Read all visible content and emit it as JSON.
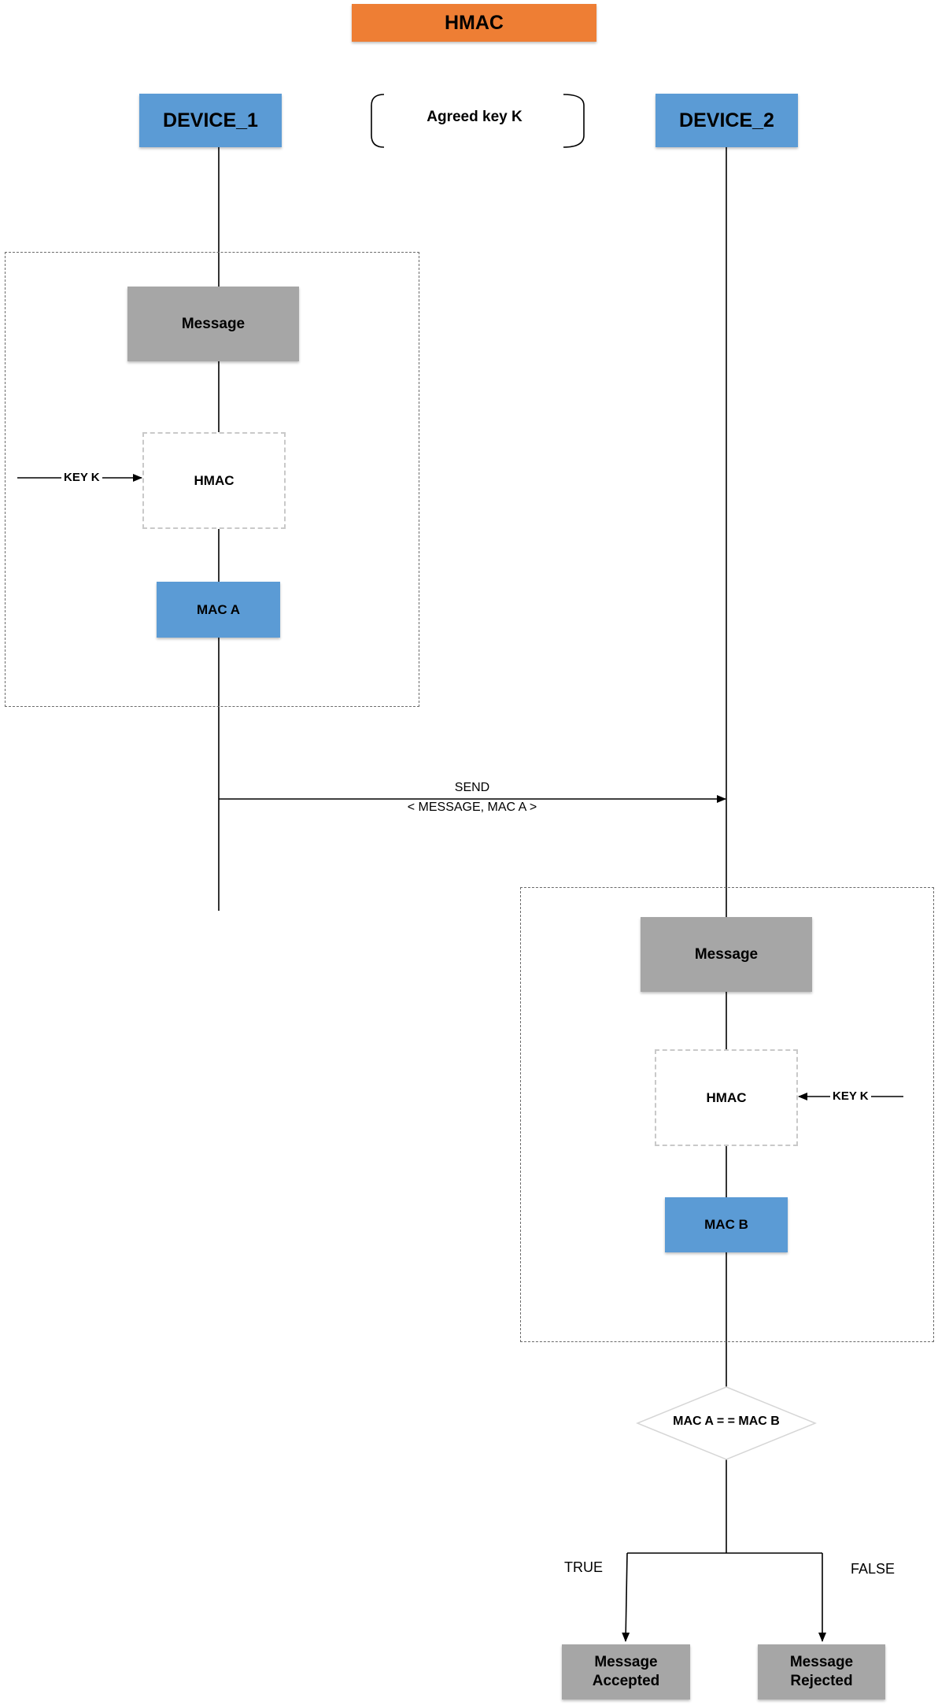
{
  "title": "HMAC",
  "device_1": "DEVICE_1",
  "device_2": "DEVICE_2",
  "agreed_key": "Agreed key K",
  "left_block": {
    "message": "Message",
    "hmac": "HMAC",
    "key": "KEY K",
    "mac": "MAC A"
  },
  "send": {
    "line1": "SEND",
    "line2": "< MESSAGE, MAC A >"
  },
  "right_block": {
    "message": "Message",
    "hmac": "HMAC",
    "key": "KEY K",
    "mac": "MAC B"
  },
  "decision": "MAC A = = MAC B",
  "true_label": "TRUE",
  "false_label": "FALSE",
  "accepted_line1": "Message",
  "accepted_line2": "Accepted",
  "rejected_line1": "Message",
  "rejected_line2": "Rejected",
  "colors": {
    "title_fill": "#ee7e34",
    "device_fill": "#5b9bd5",
    "message_fill": "#a6a6a6"
  }
}
